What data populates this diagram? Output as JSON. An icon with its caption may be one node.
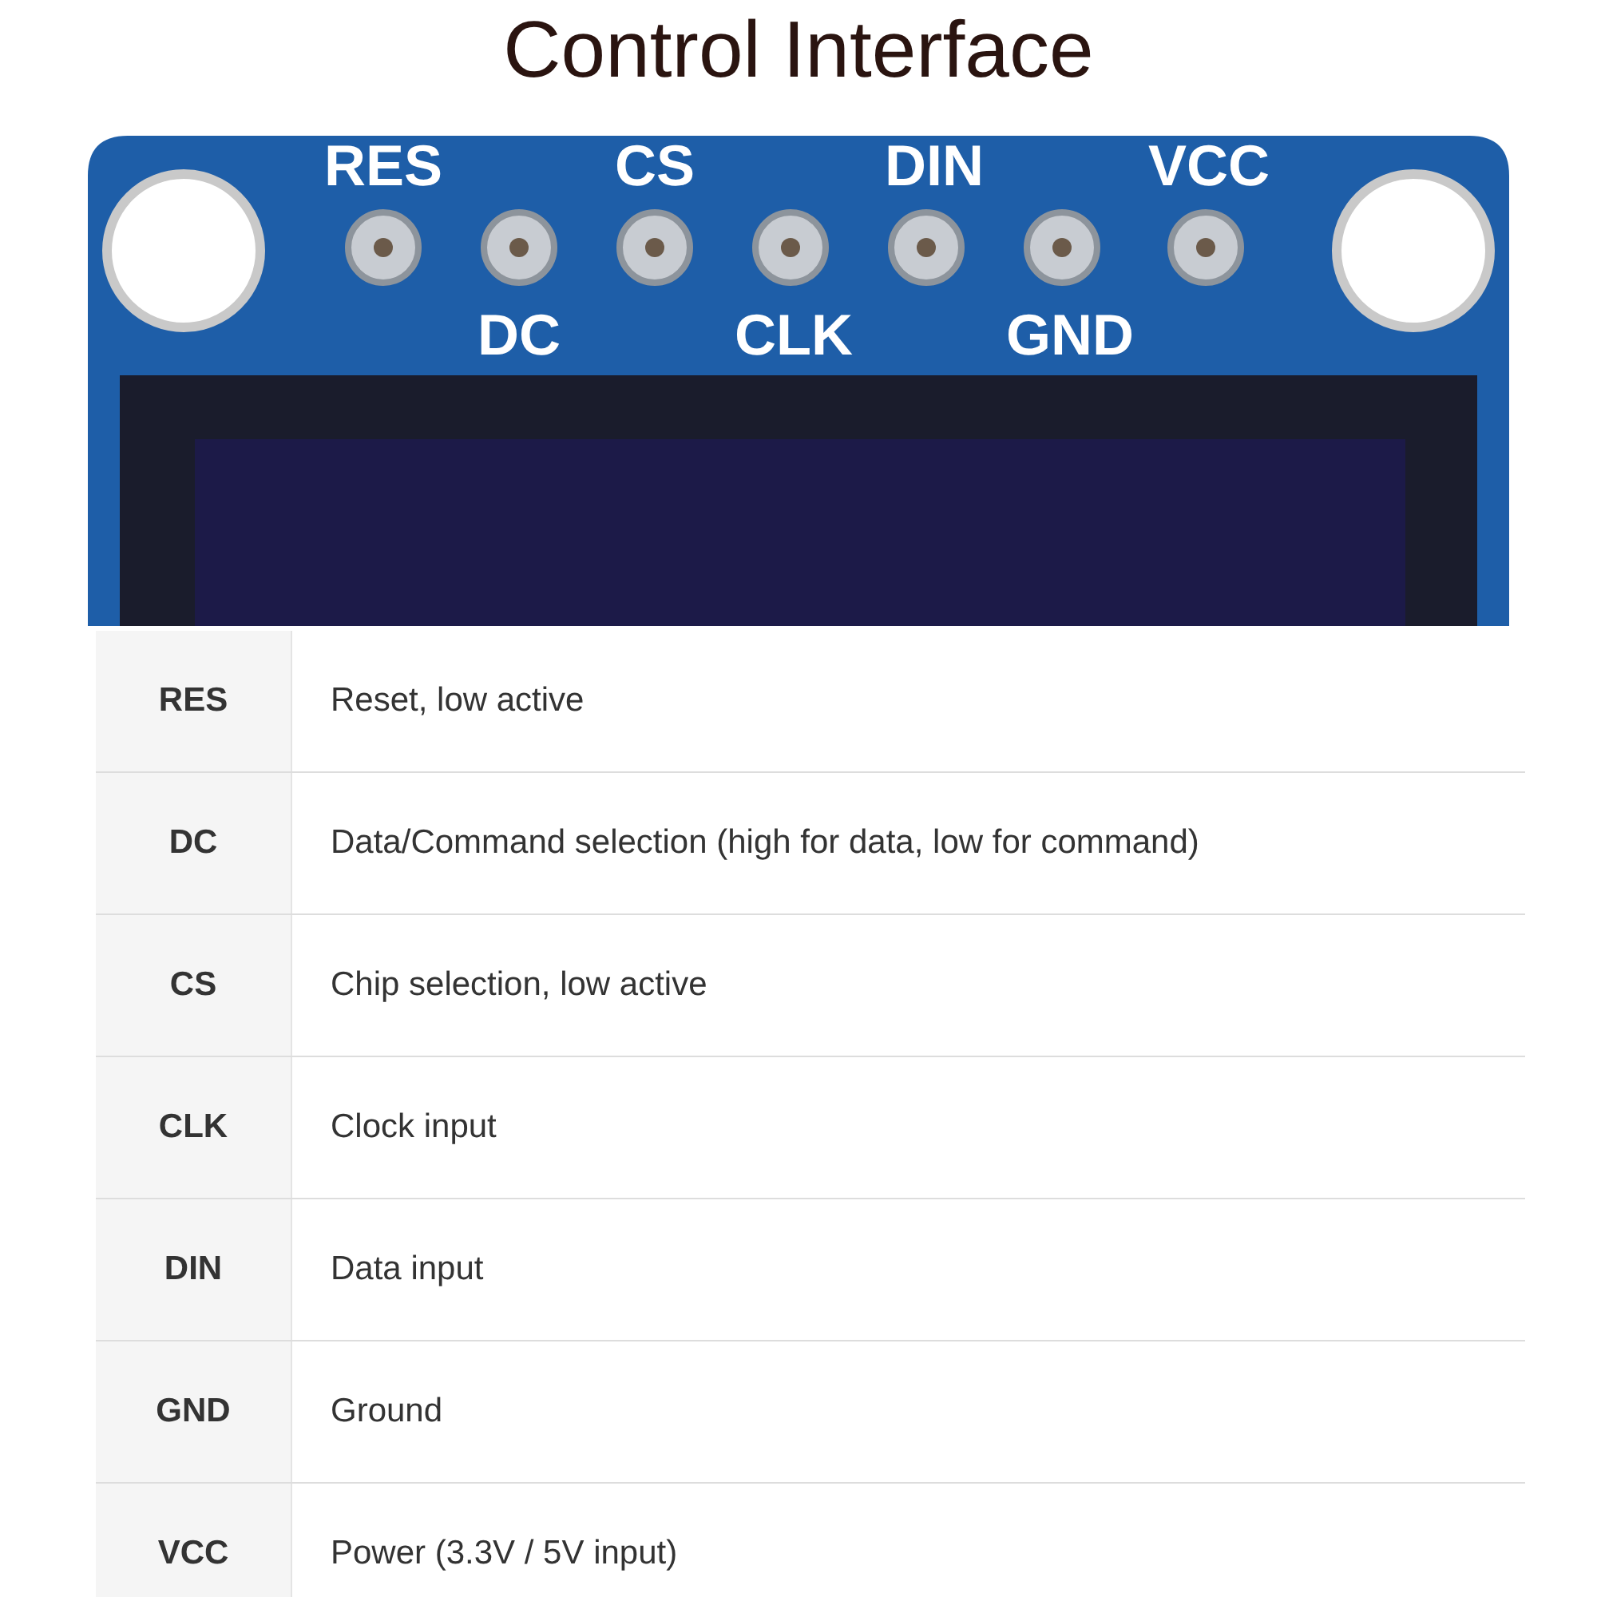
{
  "diagram": {
    "title": "Control Interface",
    "labels": [
      "RES",
      "CS",
      "DIN",
      "VCC",
      "DC",
      "CLK",
      "GND",
      "RES",
      "Reset, low active",
      "DC",
      "Data/Command selection (high for data, low for command)",
      "CS",
      "Chip selection, low active",
      "CLK",
      "Clock input",
      "DIN",
      "Data input",
      "GND",
      "Ground",
      "VCC",
      "Power (3.3V / 5V input)"
    ]
  }
}
